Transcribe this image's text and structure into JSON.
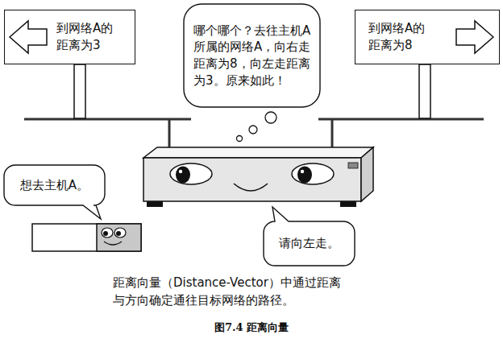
{
  "diagram": {
    "caption": "图7.4 距离向量",
    "nodes": [
      {
        "text": [
          "到网络A的 距离为3"
        ]
      },
      {
        "text": [
          "哪个哪个？去往主机A所属的网络A，向右走距离为8，向左走距离为3。原来如此！"
        ]
      },
      {
        "text": [
          "到网络A的 距离为8"
        ]
      },
      {
        "text": [
          "想去主机A。"
        ]
      },
      {
        "text": [
          "请向左走。"
        ]
      }
    ],
    "labels": [
      "距离向量（Distance-Vector）中通过距离 与方向确定通往目标网络的路径。"
    ]
  }
}
